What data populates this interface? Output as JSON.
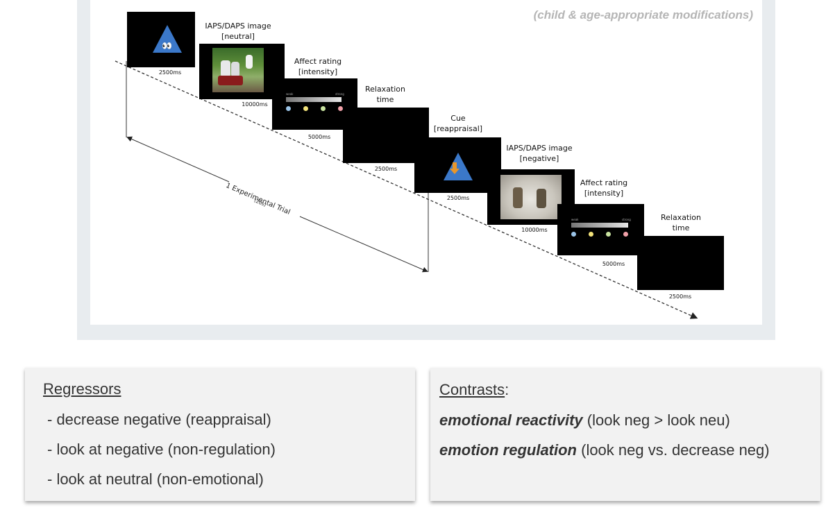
{
  "note": "(child & age-appropriate modifications)",
  "timeline": {
    "steps": [
      {
        "label": [
          "",
          ""
        ],
        "duration": "2500ms"
      },
      {
        "label": [
          "IAPS/DAPS image",
          "[neutral]"
        ],
        "duration": "10000ms"
      },
      {
        "label": [
          "Affect rating",
          "[intensity]"
        ],
        "duration": "5000ms"
      },
      {
        "label": [
          "Relaxation",
          "time"
        ],
        "duration": "2500ms"
      },
      {
        "label": [
          "Cue",
          "[reappraisal]"
        ],
        "duration": "2500ms"
      },
      {
        "label": [
          "IAPS/DAPS image",
          "[negative]"
        ],
        "duration": "10000ms"
      },
      {
        "label": [
          "Affect rating",
          "[intensity]"
        ],
        "duration": "5000ms"
      },
      {
        "label": [
          "Relaxation",
          "time"
        ],
        "duration": "2500ms"
      }
    ],
    "scale_low": "weak",
    "scale_high": "strong",
    "trial_label": "1 Experimental Trial",
    "trial_sub": "(20s)",
    "colors": {
      "triangle": "#3b78c9",
      "arrow": "#e8962a",
      "dots": [
        "#9bc4e8",
        "#f2e27a",
        "#c9e3a0",
        "#f0a0a8"
      ]
    }
  },
  "regressors": {
    "title": "Regressors",
    "items": [
      "- decrease negative (reappraisal)",
      "- look at negative (non-regulation)",
      "- look at neutral (non-emotional)"
    ]
  },
  "contrasts": {
    "title": "Contrasts",
    "title_suffix": ":",
    "items": [
      {
        "bold": "emotional reactivity",
        "rest": " (look neg > look neu)"
      },
      {
        "bold": "emotion regulation",
        "rest": " (look neg vs. decrease neg)"
      }
    ]
  }
}
